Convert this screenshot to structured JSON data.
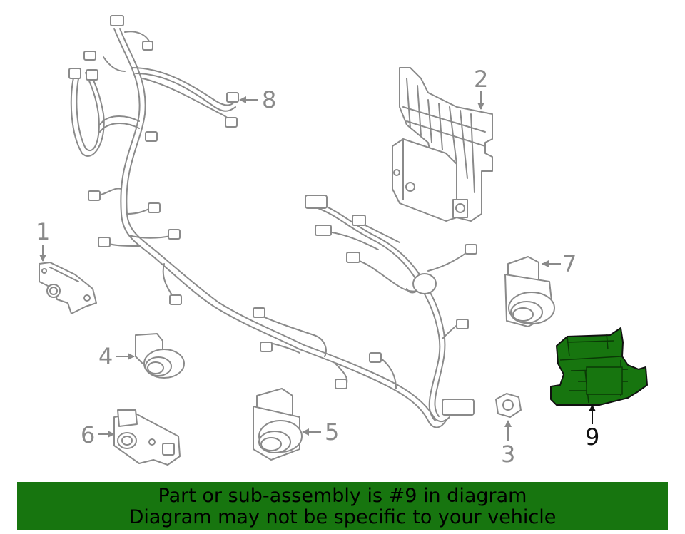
{
  "diagram": {
    "callouts": [
      {
        "id": "1",
        "label": "1"
      },
      {
        "id": "2",
        "label": "2"
      },
      {
        "id": "3",
        "label": "3"
      },
      {
        "id": "4",
        "label": "4"
      },
      {
        "id": "5",
        "label": "5"
      },
      {
        "id": "6",
        "label": "6"
      },
      {
        "id": "7",
        "label": "7"
      },
      {
        "id": "8",
        "label": "8"
      },
      {
        "id": "9",
        "label": "9"
      }
    ],
    "highlighted_part": "9",
    "colors": {
      "line": "#8a8a8a",
      "highlight": "#17750f",
      "highlight_label": "#111111"
    }
  },
  "banner": {
    "line1": "Part or sub-assembly is #9 in diagram",
    "line2": "Diagram may not be specific to your vehicle",
    "color": "#17750f"
  }
}
